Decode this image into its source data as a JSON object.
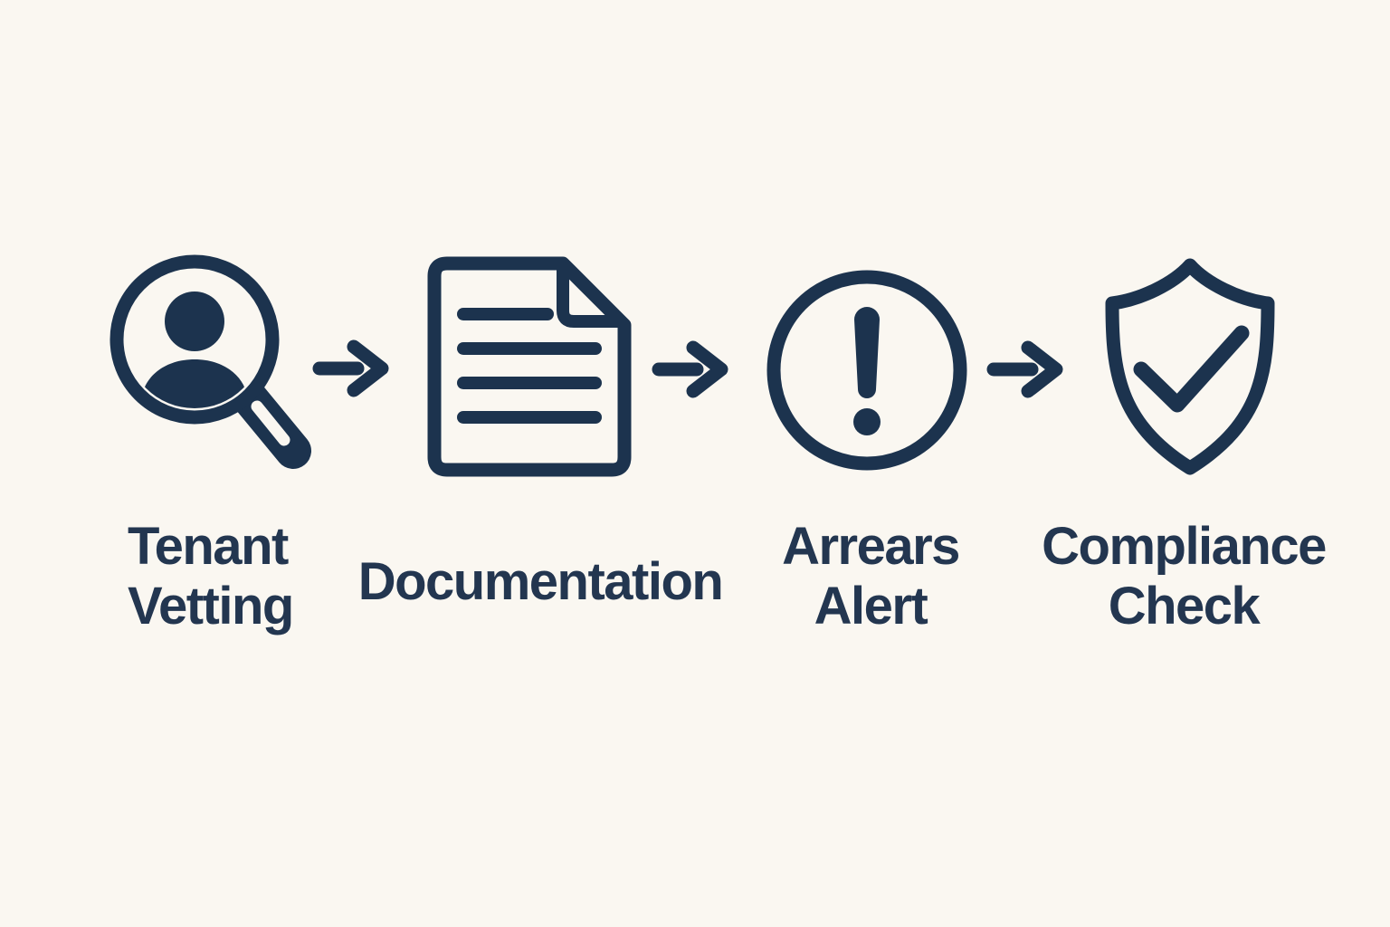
{
  "colors": {
    "background": "#FAF7F1",
    "icon_stroke": "#1C334E",
    "text": "#233650"
  },
  "steps": [
    {
      "name": "tenant-vetting",
      "icon": "person-search-icon",
      "label": "Tenant Vetting",
      "lines": [
        "Tenant",
        "Vetting"
      ]
    },
    {
      "name": "documentation",
      "icon": "document-icon",
      "label": "Documentation",
      "lines": [
        "Documentation"
      ]
    },
    {
      "name": "arrears-alert",
      "icon": "alert-circle-icon",
      "label": "Arrears Alert",
      "lines": [
        "Arrears",
        "Alert"
      ]
    },
    {
      "name": "compliance-check",
      "icon": "shield-check-icon",
      "label": "Compliance Check",
      "lines": [
        "Compliance",
        "Check"
      ]
    }
  ],
  "connectors": [
    {
      "icon": "arrow-right-icon"
    },
    {
      "icon": "arrow-right-icon"
    },
    {
      "icon": "arrow-right-icon"
    }
  ]
}
